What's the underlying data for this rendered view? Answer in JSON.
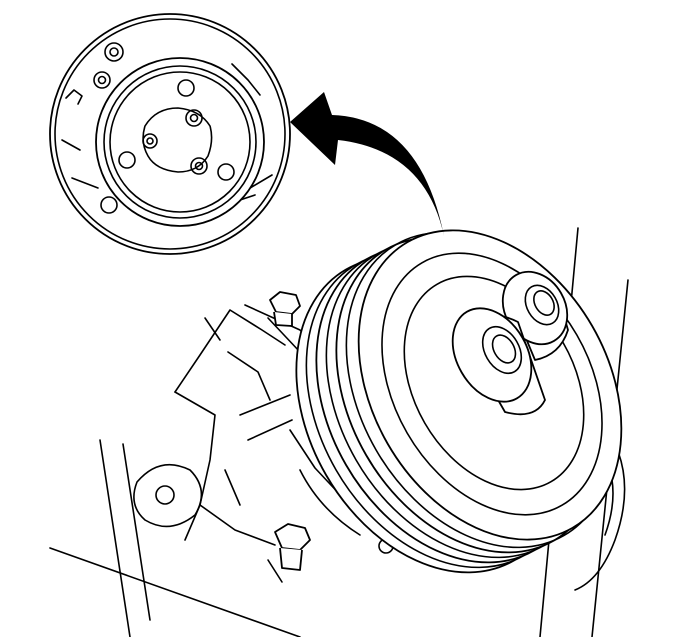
{
  "figure": {
    "background": "#ffffff",
    "line_color": "#000000",
    "parts": [
      "detail-inset",
      "direction-arrow",
      "water-pump-pulley",
      "pump-housing",
      "pulley-holding-tool",
      "engine-block"
    ]
  }
}
